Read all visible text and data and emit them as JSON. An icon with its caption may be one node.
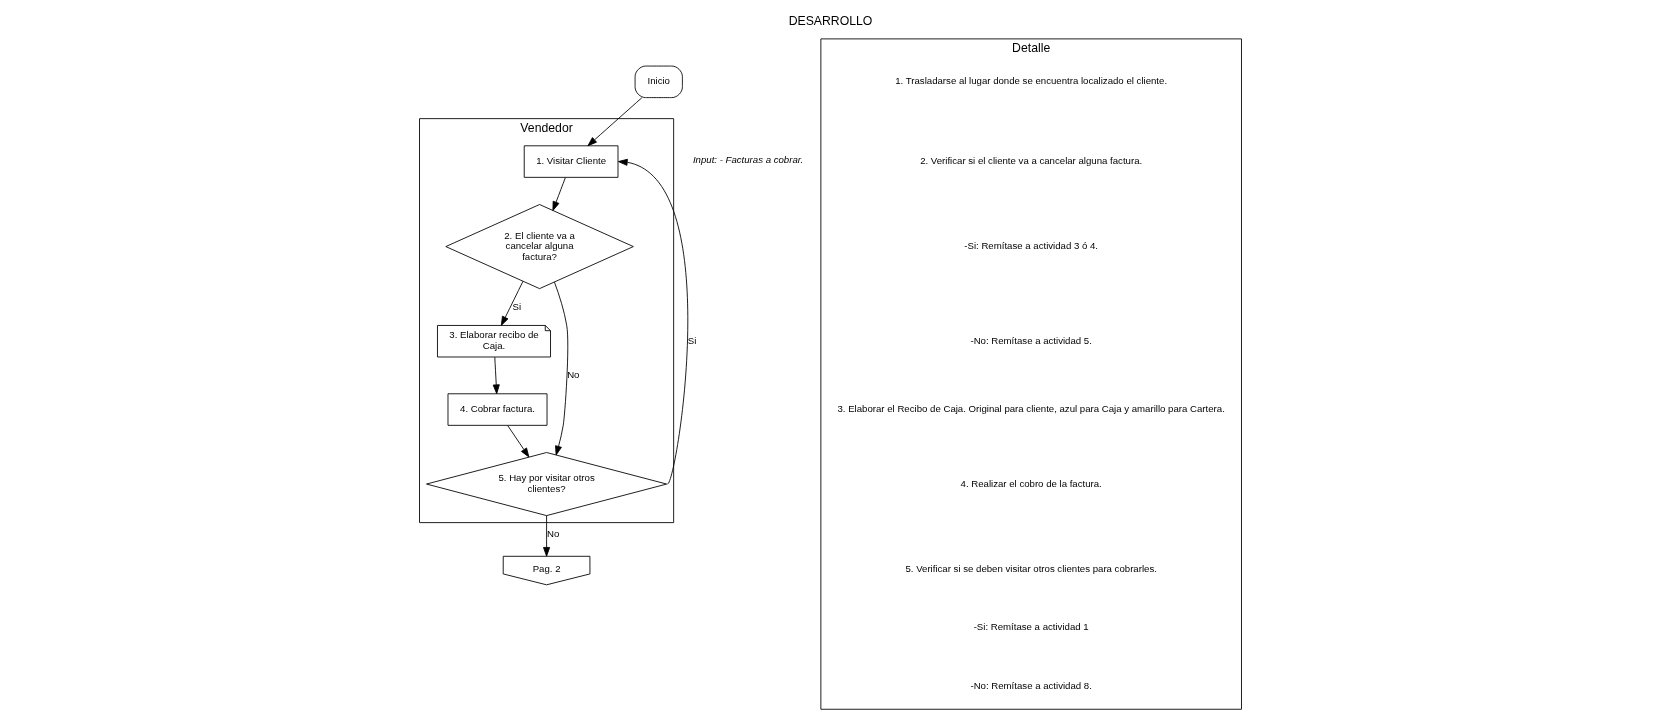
{
  "diagram": {
    "title": "DESARROLLO",
    "nodes": [
      {
        "text": [
          "Inicio"
        ]
      },
      {
        "text": [
          "Vendedor"
        ]
      },
      {
        "text": [
          "1. Visitar Cliente"
        ],
        "in": 1
      },
      {
        "text": [
          "2. El cliente va a cancelar alguna factura?"
        ],
        "in": 1
      },
      {
        "text": [
          "3. Elaborar recibo de Caja."
        ],
        "in": 1
      },
      {
        "text": [
          "4. Cobrar factura."
        ],
        "in": 1
      },
      {
        "text": [
          "5. Hay por visitar otros clientes?"
        ],
        "in": 1
      },
      {
        "text": [
          "Detalle"
        ]
      },
      {
        "text": [
          "Pag. 2"
        ]
      }
    ],
    "edges": [
      {
        "from": 0,
        "to": 2,
        "arrow": "to"
      },
      {
        "from": 2,
        "to": 3,
        "arrow": "to"
      },
      {
        "from": 3,
        "to": 4,
        "arrow": "to",
        "label": "Si"
      },
      {
        "from": 3,
        "to": 6,
        "arrow": "to",
        "label": "No"
      },
      {
        "from": 4,
        "to": 5,
        "arrow": "to"
      },
      {
        "from": 5,
        "to": 6,
        "arrow": "to"
      },
      {
        "from": 6,
        "to": 2,
        "arrow": "to",
        "label": "Si"
      },
      {
        "from": 6,
        "to": 8,
        "arrow": "to",
        "label": "No"
      }
    ],
    "labels": [
      "Input: - Facturas a cobrar.",
      "1. Trasladarse al lugar donde se encuentra localizado el cliente.",
      "2. Verificar si el cliente va a cancelar alguna factura.",
      "-Si: Remítase a actividad 3 ó 4.",
      "-No: Remítase a actividad 5.",
      "3. Elaborar el Recibo de Caja. Original para cliente, azul para Caja y amarillo para Cartera.",
      "4. Realizar el cobro de la factura.",
      "5. Verificar si se deben visitar otros clientes para cobrarles.",
      "-Si: Remítase a actividad 1",
      "-No: Remítase a actividad 8."
    ]
  }
}
